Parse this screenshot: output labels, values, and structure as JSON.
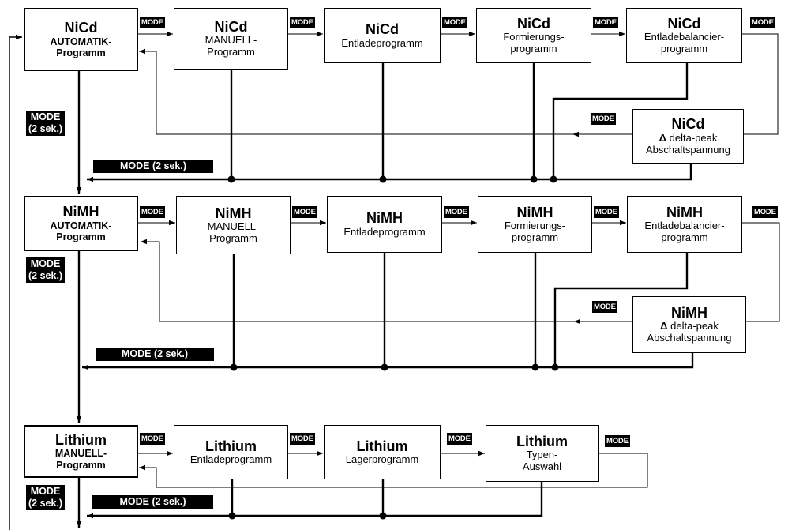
{
  "labels": {
    "mode": "MODE",
    "mode_2sek": "MODE (2 sek.)",
    "mode_line1": "MODE",
    "mode_line2": "(2 sek.)"
  },
  "nicd": {
    "title": "NiCd",
    "auto": "AUTOMATIK-",
    "auto2": "Programm",
    "manuell": "MANUELL-",
    "manuell2": "Programm",
    "entlade": "Entladeprogramm",
    "formier": "Formierungs-",
    "formier2": "programm",
    "balancer": "Entladebalancier-",
    "balancer2": "programm",
    "delta": "delta-peak",
    "delta_sym": "Δ",
    "delta2": "Abschaltspannung"
  },
  "nimh": {
    "title": "NiMH",
    "auto": "AUTOMATIK-",
    "auto2": "Programm",
    "manuell": "MANUELL-",
    "manuell2": "Programm",
    "entlade": "Entladeprogramm",
    "formier": "Formierungs-",
    "formier2": "programm",
    "balancer": "Entladebalancier-",
    "balancer2": "programm",
    "delta": "delta-peak",
    "delta_sym": "Δ",
    "delta2": "Abschaltspannung"
  },
  "lithium": {
    "title": "Lithium",
    "manuell": "MANUELL-",
    "manuell2": "Programm",
    "entlade": "Entladeprogramm",
    "lager": "Lagerprogramm",
    "typen": "Typen-",
    "typen2": "Auswahl"
  }
}
